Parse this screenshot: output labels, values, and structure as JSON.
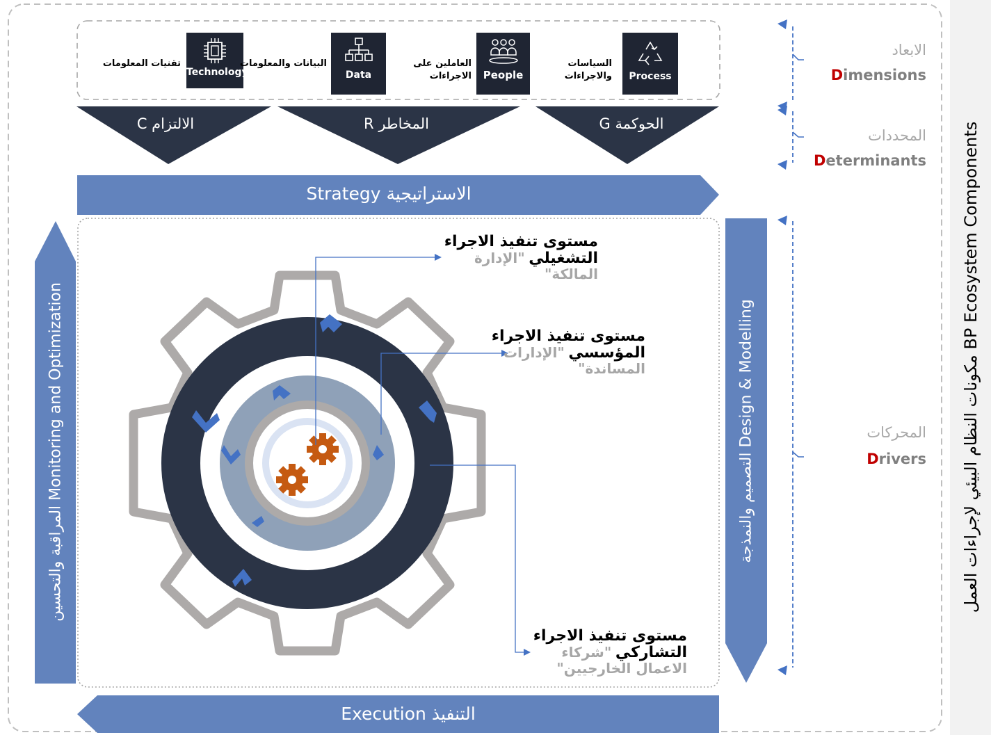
{
  "dimensions": {
    "items": [
      {
        "label": "تقنيات المعلومات",
        "tile": "Technology",
        "icon": "chip-icon"
      },
      {
        "label": "البيانات والمعلومات",
        "tile": "Data",
        "icon": "hierarchy-icon"
      },
      {
        "label": "العاملين على الاجراءات",
        "tile": "People",
        "icon": "people-icon"
      },
      {
        "label_line1": "السياسات",
        "label_line2": "والاجراءات",
        "tile": "Process",
        "icon": "recycle-icon"
      }
    ]
  },
  "determinants": [
    {
      "label": "الالتزام C"
    },
    {
      "label": "المخاطر R"
    },
    {
      "label": "الحوكمة G"
    }
  ],
  "strategy_label": "الاستراتيجية Strategy",
  "execution_label": "التنفيذ Execution",
  "monitoring_label": "Monitoring and Optimization المراقبة والتحسين",
  "design_label": "Design & Modelling التصميم والنمذجة",
  "levels": [
    {
      "line1": "مستوى تنفيذ الاجراء",
      "line2a": "التشغيلي",
      "line2b": "\"الإدارة",
      "line3": "المالكة\""
    },
    {
      "line1": "مستوى تنفيذ الاجراء",
      "line2a": "المؤسسي",
      "line2b": "\"الإدارات",
      "line3": "المساندة\""
    },
    {
      "line1": "مستوى تنفيذ الاجراء",
      "line2a": "التشاركي",
      "line2b": "\"شركاء",
      "line3": "الاعمال الخارجيين\""
    }
  ],
  "right_legend": {
    "dimensions": {
      "ar": "الابعاد",
      "cap": "D",
      "rest": "imensions"
    },
    "determinants": {
      "ar": "المحددات",
      "cap": "D",
      "rest": "eterminants"
    },
    "drivers": {
      "ar": "المحركات",
      "cap": "D",
      "rest": "rivers"
    }
  },
  "side_title": "BP Ecosystem Components مكونات النظام البيئي لإجراءات العمل",
  "colors": {
    "bar_blue": "#6283bd",
    "triangle_dark": "#2b3446",
    "gear_grey": "#adaaa9",
    "ring_dark": "#2b3446",
    "ring_mid": "#8fa1b8",
    "accent_blue": "#4472c4",
    "gear_orange": "#c55a11",
    "cap_red": "#c00000"
  }
}
